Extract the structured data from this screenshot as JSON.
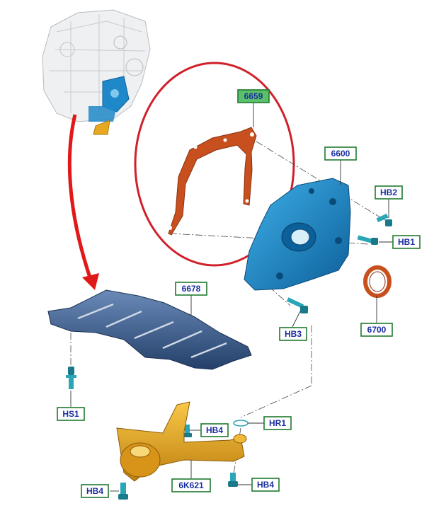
{
  "callouts": {
    "c6659": "6659",
    "c6600": "6600",
    "cHB2": "HB2",
    "cHB1": "HB1",
    "c6678": "6678",
    "cHB3": "HB3",
    "c6700": "6700",
    "cHS1": "HS1",
    "cHB4a": "HB4",
    "cHR1": "HR1",
    "c6K621": "6K621",
    "cHB4b": "HB4",
    "cHB4c": "HB4"
  },
  "colors": {
    "gasket": "#c8501e",
    "pump": "#1e88c8",
    "shield": "#3a5a88",
    "pickup": "#e8a820",
    "seal": "#c8501e",
    "bolt": "#2aa6b8",
    "highlight_circle": "#d0202a",
    "arrow": "#e01818",
    "label_text": "#1a2fa0",
    "label_border": "#1f7a2e"
  }
}
